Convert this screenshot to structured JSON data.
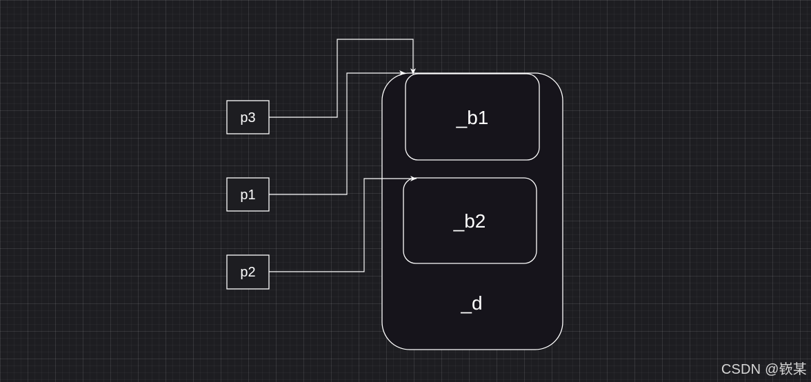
{
  "pointers": [
    {
      "id": "p3",
      "label": "p3"
    },
    {
      "id": "p1",
      "label": "p1"
    },
    {
      "id": "p2",
      "label": "p2"
    }
  ],
  "objects": {
    "outer": {
      "label": "_d"
    },
    "inner_top": {
      "label": "_b1"
    },
    "inner_bottom": {
      "label": "_b2"
    }
  },
  "edges": [
    {
      "from": "p3",
      "to": "_b1"
    },
    {
      "from": "p1",
      "to": "_b1"
    },
    {
      "from": "p2",
      "to": "_b2"
    }
  ],
  "watermark": "CSDN @嵚某",
  "colors": {
    "background": "#1d1d21",
    "box_fill": "#16141b",
    "stroke": "#ffffff"
  }
}
